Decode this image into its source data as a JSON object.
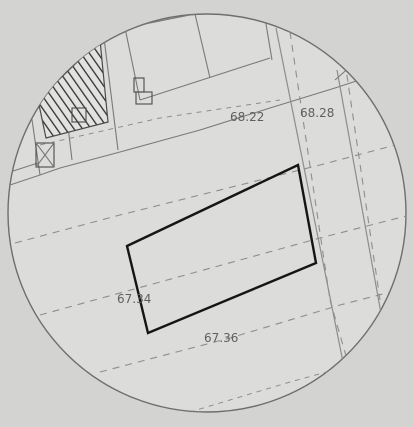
{
  "elevations": {
    "northwest": "68.22",
    "northeast": "68.28",
    "west": "67.34",
    "south": "67.36"
  }
}
